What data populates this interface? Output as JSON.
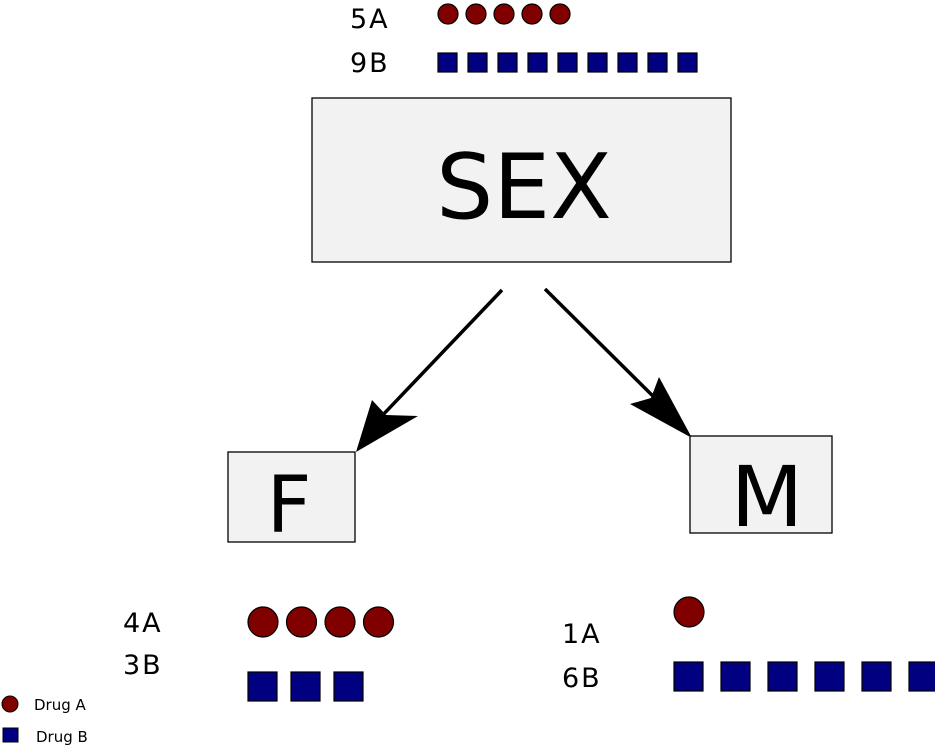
{
  "colors": {
    "drug_a": "#800000",
    "drug_b": "#000080",
    "box_fill": "#f2f2f2",
    "stroke": "#000000"
  },
  "root": {
    "label": "SEX",
    "counts": {
      "a_label": "5A",
      "b_label": "9B",
      "a": 5,
      "b": 9
    }
  },
  "branches": [
    {
      "label": "F",
      "counts": {
        "a_label": "4A",
        "b_label": "3B",
        "a": 4,
        "b": 3
      }
    },
    {
      "label": "M",
      "counts": {
        "a_label": "1A",
        "b_label": "6B",
        "a": 1,
        "b": 6
      }
    }
  ],
  "legend": {
    "drug_a": "Drug A",
    "drug_b": "Drug B"
  }
}
